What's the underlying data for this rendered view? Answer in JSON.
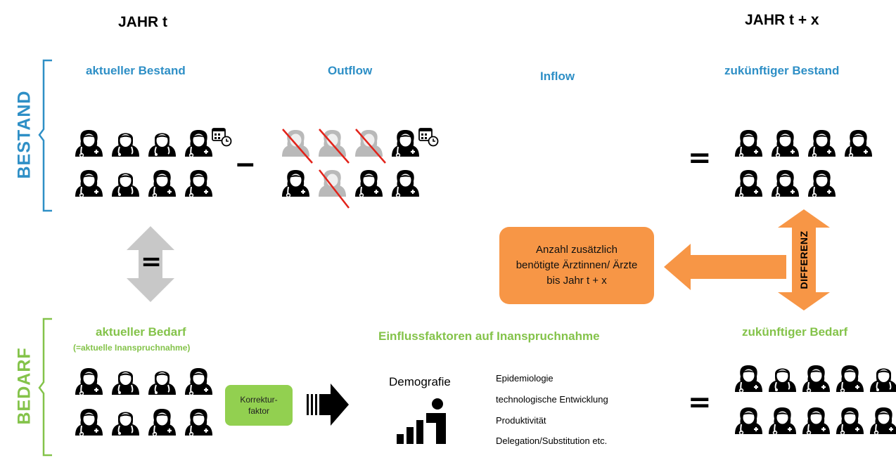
{
  "headers": {
    "year_t": "JAHR t",
    "year_tx": "JAHR t + x"
  },
  "side_labels": {
    "bestand": "BESTAND",
    "bedarf": "BEDARF"
  },
  "bestand": {
    "current": "aktueller Bestand",
    "outflow": "Outflow",
    "inflow": "Inflow",
    "future": "zukünftiger Bestand"
  },
  "bedarf": {
    "current": "aktueller Bedarf",
    "current_sub": "(=aktuelle Inanspruchnahme)",
    "factors_title": "Einflussfaktoren auf Inanspruchnahme",
    "future": "zukünftiger Bedarf"
  },
  "operators": {
    "minus": "–",
    "equals": "="
  },
  "korrektur": "Korrektur- faktor",
  "demografie": "Demografie",
  "factors": [
    "Epidemiologie",
    "technologische Entwicklung",
    "Produktivität",
    "Delegation/Substitution etc."
  ],
  "result_box": "Anzahl zusätzlich benötigte Ärztinnen/ Ärzte bis Jahr t + x",
  "differenz": "DIFFERENZ",
  "colors": {
    "blue": "#2e8fc6",
    "green": "#84c34a",
    "orange": "#f79646",
    "grey": "#c8c8c8",
    "red": "#e2231a"
  }
}
